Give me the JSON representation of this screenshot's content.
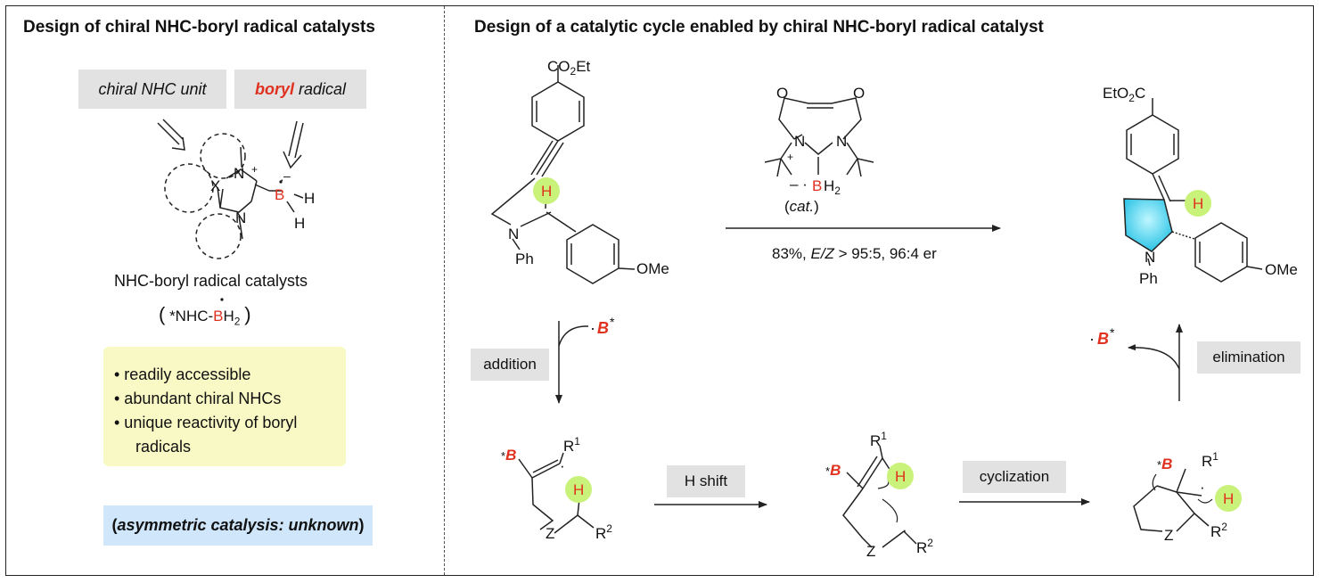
{
  "left_panel": {
    "title": "Design of chiral NHC-boryl radical catalysts",
    "tag_chiral": "chiral NHC unit",
    "tag_boryl_1": "boryl",
    "tag_boryl_2": " radical",
    "caption": "NHC-boryl radical catalysts",
    "formula_left": "*NHC-",
    "formula_b": "B",
    "formula_h": "H",
    "formula_sub": "2",
    "features": [
      "• readily accessible",
      "• abundant chiral NHCs",
      "• unique reactivity of boryl",
      "radicals"
    ],
    "unknown_label": "asymmetric catalysis: unknown"
  },
  "right_panel": {
    "title": "Design of a catalytic cycle enabled by chiral NHC-boryl radical catalyst",
    "cat_label": "cat.",
    "conditions_prefix": "83%, ",
    "conditions_ez": "E/Z",
    "conditions_suffix": " > 95:5, 96:4 er",
    "step_addition": "addition",
    "step_h_shift": "H shift",
    "step_cyclization": "cyclization",
    "step_elimination": "elimination"
  },
  "colors": {
    "accent_red": "#e0311f",
    "highlight_green": "#c9f27a",
    "note_yellow": "#f8f9c4",
    "note_blue": "#cfe6fb",
    "tag_gray": "#e2e2e2",
    "ring_cyan": "#4ad4ee"
  }
}
